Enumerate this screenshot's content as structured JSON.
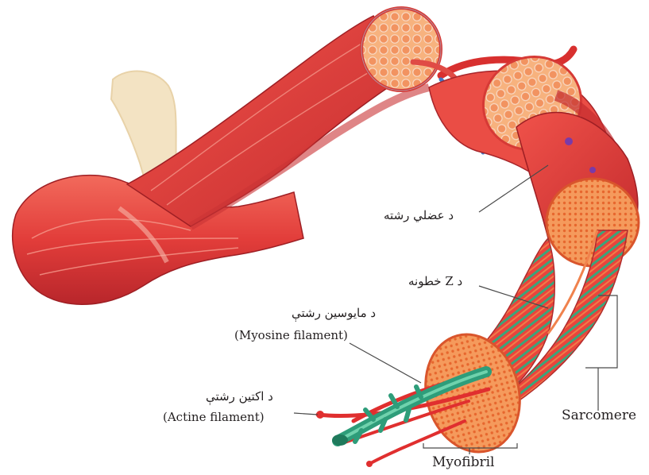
{
  "labels": {
    "muscle_fiber": "د عضلي رشته",
    "z_line": "د Z خطونه",
    "myosin_ps": "د مایوسین رشتې",
    "myosin_en": "(Myosine filament)",
    "actin_ps": "د اکتین رشتې",
    "actin_en": "(Actine filament)",
    "sarcomere": "Sarcomere",
    "myofibril": "Myofibril"
  },
  "colors": {
    "muscle": "#e8453f",
    "muscle_dark": "#b8262b",
    "muscle_light": "#f6a79a",
    "fascicle": "#f28f66",
    "bone": "#f3e3c3",
    "vein": "#3f79c8",
    "myosin": "#2e9d7a",
    "actin": "#e02f2f",
    "leader": "#4a4a4a"
  }
}
